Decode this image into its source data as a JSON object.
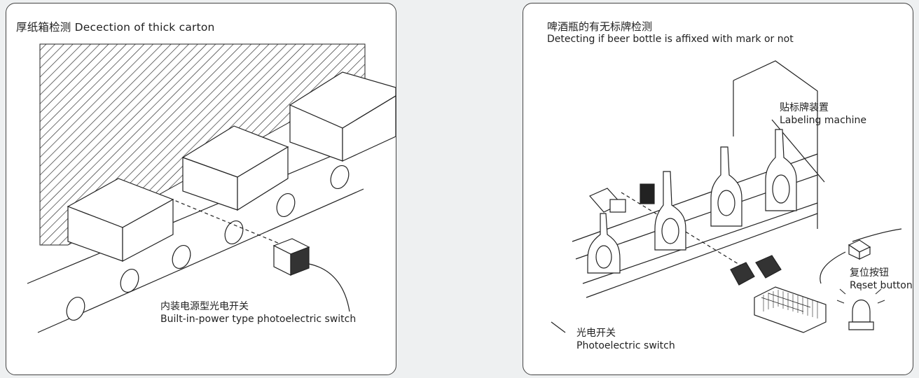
{
  "left_panel": {
    "title": "厚纸箱检测 Decection of thick carton",
    "switch_label_cn": "内装电源型光电开关",
    "switch_label_en": "Built-in-power type photoelectric switch"
  },
  "right_panel": {
    "title_cn": "啤酒瓶的有无标牌检测",
    "title_en": "Detecting if beer bottle is affixed with mark or not",
    "labeling_cn": "贴标牌装置",
    "labeling_en": "Labeling machine",
    "reset_cn": "复位按钮",
    "reset_en": "Reset button",
    "photo_cn": "光电开关",
    "photo_en": "Photoelectric switch"
  },
  "colors": {
    "panel_bg": "#ffffff",
    "line": "#333333",
    "page_bg": "#eef0f1"
  }
}
